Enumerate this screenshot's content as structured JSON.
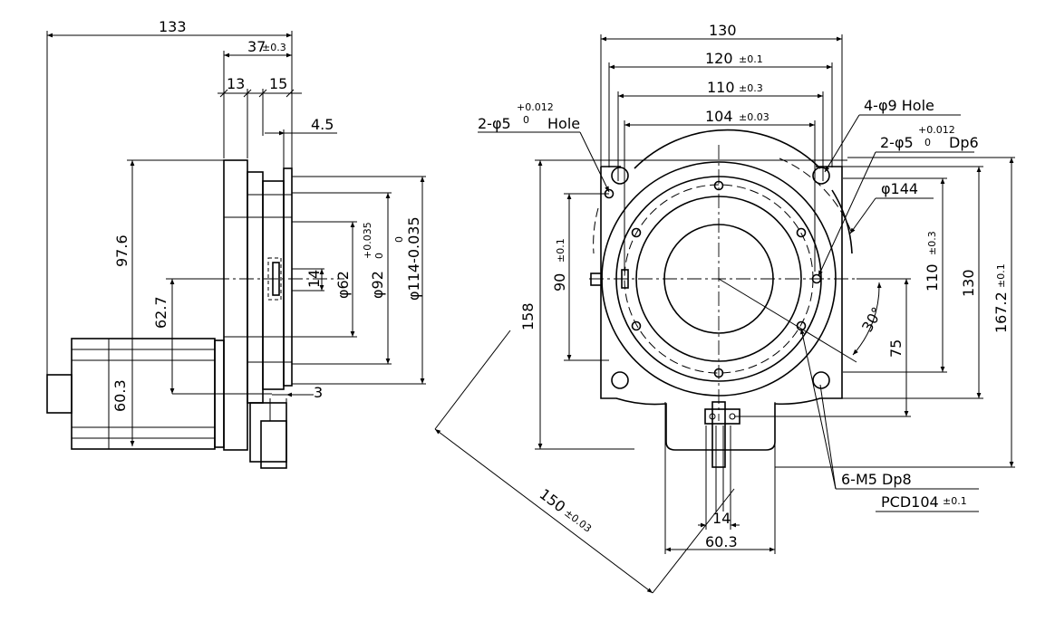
{
  "side_view": {
    "overall_length": "133",
    "flange_depth": "37",
    "flange_depth_tol": "±0.3",
    "step_13": "13",
    "step_15": "15",
    "step_4_5": "4.5",
    "height_97_6": "97.6",
    "height_62_7": "62.7",
    "motor_60_3": "60.3",
    "step_3": "3",
    "dia_14": "14",
    "dia_62": "φ62",
    "dia_92": "φ92",
    "dia_92_tol_upper": "+0.035",
    "dia_92_tol_lower": "0",
    "dia_114": "φ114-0.035",
    "dia_114_tol_upper": "0"
  },
  "front_view": {
    "width_130": "130",
    "width_120": "120",
    "width_120_tol": "±0.1",
    "width_110": "110",
    "width_110_tol": "±0.3",
    "width_104": "104",
    "width_104_tol": "±0.03",
    "pin_hole_left": "2-φ5",
    "pin_hole_left_tol_upper": "+0.012",
    "pin_hole_left_tol_lower": "0",
    "pin_hole_left_suffix": "Hole",
    "mount_holes": "4-φ9 Hole",
    "pin_hole_right": "2-φ5",
    "pin_hole_right_tol_upper": "+0.012",
    "pin_hole_right_tol_lower": "0",
    "pin_hole_right_suffix": "Dp6",
    "dia_144": "φ144",
    "height_90": "90",
    "height_90_tol": "±0.1",
    "height_158": "158",
    "height_110": "110",
    "height_110_tol": "±0.3",
    "height_130": "130",
    "height_167": "167.2",
    "height_167_tol": "±0.1",
    "angle_30": "30°",
    "height_75": "75",
    "thread_holes": "6-M5 Dp8",
    "pcd": "PCD104",
    "pcd_tol": "±0.1",
    "diag_150": "150",
    "diag_150_tol": "±0.03",
    "motor_14": "14",
    "motor_60_3": "60.3"
  }
}
